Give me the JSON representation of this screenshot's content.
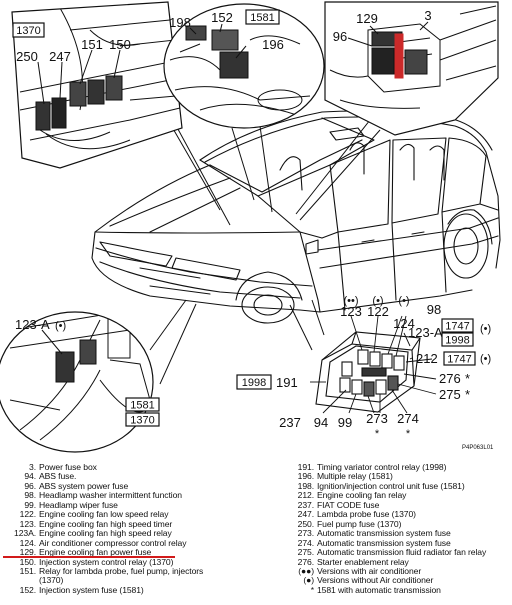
{
  "callouts": {
    "tl_box": "1370",
    "tl_250": "250",
    "tl_247": "247",
    "tl_151": "151",
    "tl_150": "150",
    "tc_198": "198",
    "tc_152": "152",
    "tc_box": "1581",
    "tc_196": "196",
    "tr_129": "129",
    "tr_3": "3",
    "tr_96": "96",
    "bl_123a": "123-A",
    "bl_123a_sym": "(•)",
    "bl_box1": "1581",
    "bl_box2": "1370",
    "fb_123": "123",
    "fb_122": "122",
    "fb_124": "124",
    "fb_98": "98",
    "fb_sym_123": "(••)",
    "fb_sym_122": "(•)",
    "fb_sym_124": "(•)",
    "fb_123a": "123-A",
    "fb_212": "212",
    "fb_276": "276",
    "fb_275": "275",
    "fb_box1998l": "1998",
    "fb_191": "191",
    "fb_237": "237",
    "fb_94": "94",
    "fb_99": "99",
    "fb_273": "273",
    "fb_274": "274",
    "fb_box1747a": "1747",
    "fb_box1998r": "1998",
    "fb_box1747b": "1747",
    "fb_sym_r1": "(•)",
    "fb_sym_r2": "(•)",
    "star": "*",
    "code": "P4P063L01"
  },
  "legend_left": [
    {
      "num": "3.",
      "text": "Power fuse box"
    },
    {
      "num": "94.",
      "text": "ABS fuse."
    },
    {
      "num": "96.",
      "text": "ABS system power fuse"
    },
    {
      "num": "98.",
      "text": "Headlamp washer intermittent function"
    },
    {
      "num": "99.",
      "text": "Headlamp wiper fuse"
    },
    {
      "num": "122.",
      "text": "Engine cooling fan low speed relay"
    },
    {
      "num": "123.",
      "text": "Engine cooling fan high speed timer"
    },
    {
      "num": "123A.",
      "text": "Engine cooling fan high speed relay"
    },
    {
      "num": "124.",
      "text": "Air conditioner compressor control relay"
    },
    {
      "num": "129.",
      "text": "Engine cooling fan power fuse"
    },
    {
      "num": "150.",
      "text": "Injection system control relay (1370)"
    },
    {
      "num": "151.",
      "text": "Relay for lambda probe, fuel pump, injectors"
    },
    {
      "num": "",
      "text": "(1370)"
    },
    {
      "num": "152.",
      "text": "Injection system fuse (1581)"
    }
  ],
  "legend_right": [
    {
      "num": "191.",
      "text": "Timing variator control relay (1998)"
    },
    {
      "num": "196.",
      "text": "Multiple relay (1581)"
    },
    {
      "num": "198.",
      "text": "Ignition/injection control unit fuse (1581)"
    },
    {
      "num": "212.",
      "text": "Engine cooling fan relay"
    },
    {
      "num": "237.",
      "text": "FIAT CODE fuse"
    },
    {
      "num": "247.",
      "text": "Lambda probe fuse (1370)"
    },
    {
      "num": "250.",
      "text": "Fuel pump fuse (1370)"
    },
    {
      "num": "273.",
      "text": "Automatic transmission system fuse"
    },
    {
      "num": "274.",
      "text": "Automatic transmission system fuse"
    },
    {
      "num": "275.",
      "text": "Automatic transmission fluid radiator fan relay"
    },
    {
      "num": "276.",
      "text": "Starter enablement relay"
    },
    {
      "num": "(●●)",
      "text": "Versions with air conditioner"
    },
    {
      "num": "(●)",
      "text": "Versions without Air conditioner"
    },
    {
      "num": "*",
      "text": "1581 with automatic transmission"
    }
  ]
}
